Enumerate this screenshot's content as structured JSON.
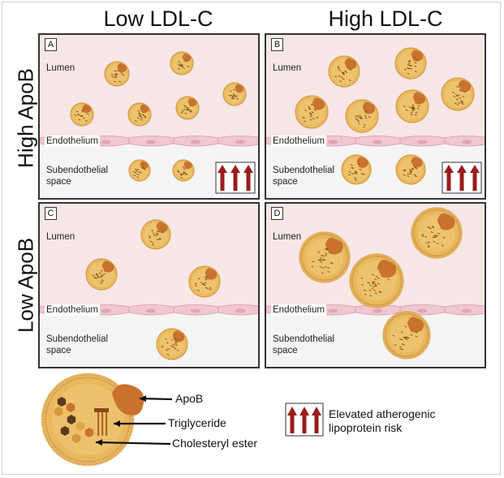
{
  "columns": [
    "Low LDL-C",
    "High LDL-C"
  ],
  "rows": [
    "High ApoB",
    "Low ApoB"
  ],
  "panels": [
    {
      "id": "A",
      "lumen": "Lumen",
      "endothelium": "Endothelium",
      "subendothelial": "Subendothelial space",
      "risk": true
    },
    {
      "id": "B",
      "lumen": "Lumen",
      "endothelium": "Endothelium",
      "subendothelial": "Subendothelial space",
      "risk": true
    },
    {
      "id": "C",
      "lumen": "Lumen",
      "endothelium": "Endothelium",
      "subendothelial": "Subendothelial space",
      "risk": false
    },
    {
      "id": "D",
      "lumen": "Lumen",
      "endothelium": "Endothelium",
      "subendothelial": "Subendothelial space",
      "risk": false
    }
  ],
  "legend": {
    "apob": "ApoB",
    "triglyceride": "Triglyceride",
    "cholesteryl_ester": "Cholesteryl ester",
    "risk": "Elevated atherogenic lipoprotein risk"
  },
  "colors": {
    "lumen_bg": "#f7e6e6",
    "subendo_bg": "#f4f4f4",
    "endothelium": "#f0c6cf",
    "particle": "#e9b85e",
    "apob": "#c8722e",
    "arrow": "#9b1c1c"
  }
}
